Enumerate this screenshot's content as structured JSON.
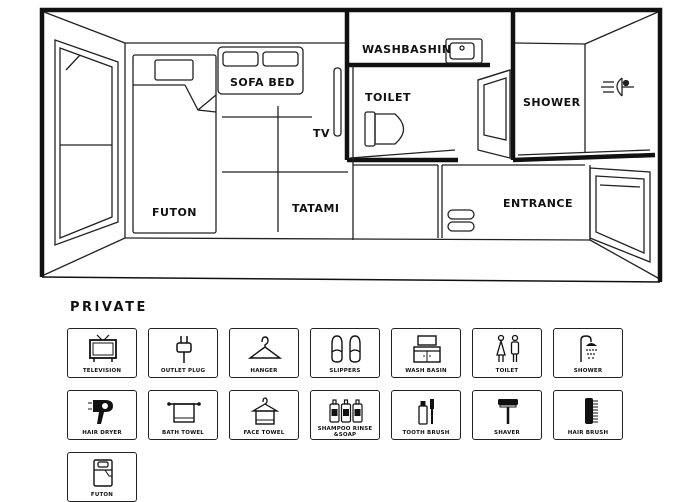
{
  "floorplan": {
    "rooms": {
      "washbashin": "WASHBASHIN",
      "toilet": "TOILET",
      "shower": "SHOWER",
      "sofa_bed": "SOFA BED",
      "tv": "TV",
      "futon": "FUTON",
      "tatami": "TATAMI",
      "entrance": "ENTRANCE"
    }
  },
  "amenities": {
    "section_title": "PRIVATE",
    "items": [
      {
        "label": "TELEVISION",
        "icon": "television-icon"
      },
      {
        "label": "OUTLET PLUG",
        "icon": "outlet-plug-icon"
      },
      {
        "label": "HANGER",
        "icon": "hanger-icon"
      },
      {
        "label": "SLIPPERS",
        "icon": "slippers-icon"
      },
      {
        "label": "WASH BASIN",
        "icon": "wash-basin-icon"
      },
      {
        "label": "TOILET",
        "icon": "toilet-people-icon"
      },
      {
        "label": "SHOWER",
        "icon": "shower-icon"
      },
      {
        "label": "HAIR DRYER",
        "icon": "hair-dryer-icon"
      },
      {
        "label": "BATH TOWEL",
        "icon": "bath-towel-icon"
      },
      {
        "label": "FACE TOWEL",
        "icon": "face-towel-icon"
      },
      {
        "label": "SHAMPOO RINSE &SOAP",
        "icon": "shampoo-bottles-icon"
      },
      {
        "label": "TOOTH BRUSH",
        "icon": "tooth-brush-icon"
      },
      {
        "label": "SHAVER",
        "icon": "shaver-icon"
      },
      {
        "label": "HAIR BRUSH",
        "icon": "hair-brush-icon"
      },
      {
        "label": "FUTON",
        "icon": "futon-icon"
      }
    ]
  }
}
